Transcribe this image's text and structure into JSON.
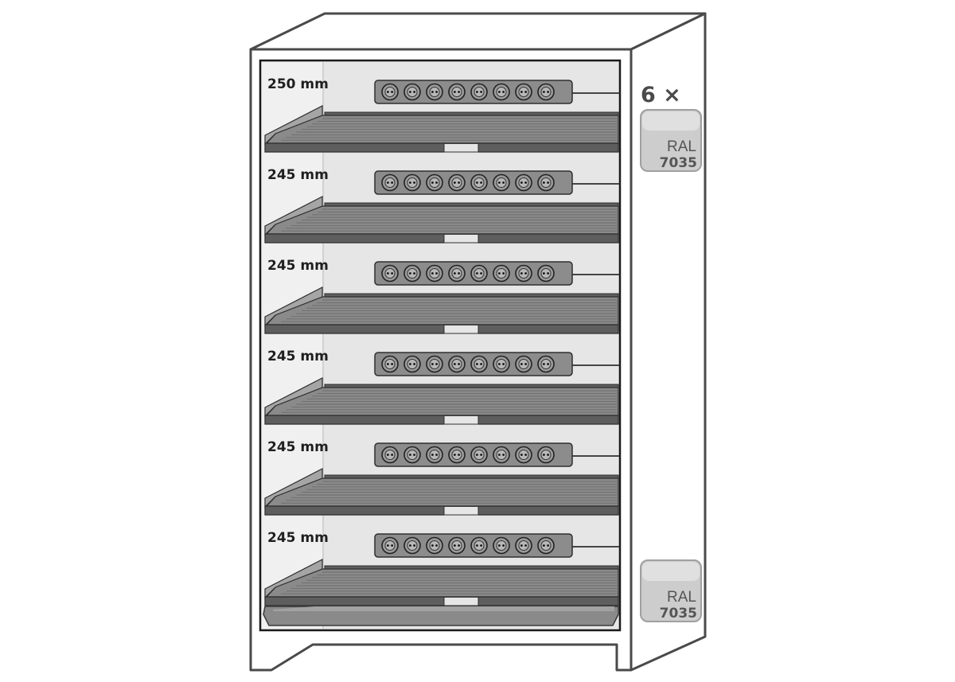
{
  "cabinet": {
    "compartment_heights": [
      "250 mm",
      "245 mm",
      "245 mm",
      "245 mm",
      "245 mm",
      "245 mm"
    ],
    "sockets_per_strip": 8,
    "colors": {
      "outline": "#4a4a4a",
      "interior": "#e6e6e6",
      "shelf": "#8a8a8a",
      "shelf_dark": "#5e5e5e",
      "strip": "#8c8c8c",
      "socket": "#9a9a9a"
    }
  },
  "swatch": {
    "count_label": "6 ×",
    "items": [
      {
        "line1": "RAL",
        "line2": "7035"
      },
      {
        "line1": "RAL",
        "line2": "7035"
      }
    ],
    "color": "#cdcdcd"
  }
}
